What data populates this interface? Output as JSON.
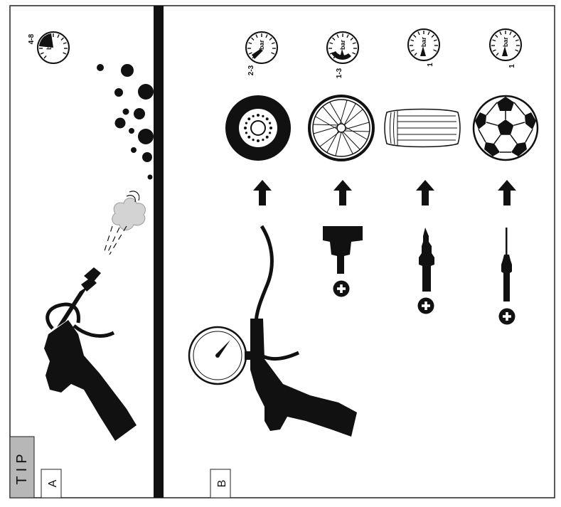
{
  "tip_label": "TIP",
  "panel_a": {
    "label": "A",
    "gauge": {
      "range_label": "4-8",
      "unit": "bar"
    }
  },
  "panel_b": {
    "label": "B",
    "gauges": [
      {
        "range_label": "2-3",
        "unit": "bar"
      },
      {
        "range_label": "1-3",
        "unit": "bar"
      },
      {
        "range_label": "1",
        "unit": "bar"
      },
      {
        "range_label": "1",
        "unit": "bar"
      }
    ]
  },
  "colors": {
    "ink": "#111111",
    "tip_fill": "#b7b7b7",
    "divider": "#111111",
    "frame": "#222222"
  },
  "icons": [
    "blow-gun-icon",
    "air-cloud-icon",
    "debris-particles-icon",
    "pressure-gauge-icon",
    "car-tire-icon",
    "bicycle-wheel-icon",
    "inflatable-mattress-icon",
    "soccer-ball-icon",
    "arrow-up-icon",
    "tire-inflator-gun-icon",
    "cone-adapter-icon",
    "nozzle-adapter-icon",
    "needle-adapter-icon",
    "plus-icon"
  ]
}
